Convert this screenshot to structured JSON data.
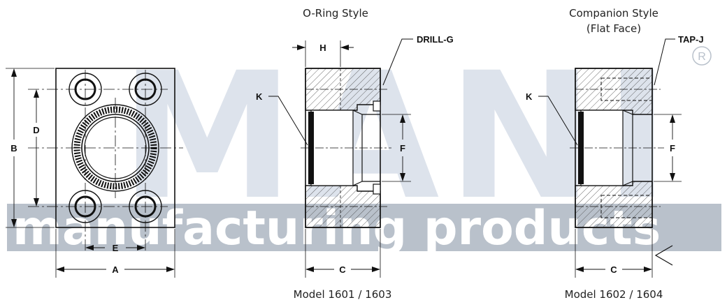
{
  "watermark": {
    "letters": [
      "M",
      "A",
      "N",
      "I"
    ],
    "tagline": "manufacturing products",
    "registered_mark": "R",
    "color": "#dde3ec",
    "tagline_color": "#b9c1cb"
  },
  "titles": {
    "oring": "O-Ring Style",
    "companion_line1": "Companion Style",
    "companion_line2": "(Flat Face)"
  },
  "models": {
    "oring": "Model 1601 / 1603",
    "companion": "Model 1602 / 1604"
  },
  "front_view": {
    "dim_a": "A",
    "dim_b": "B",
    "dim_d": "D",
    "dim_e": "E"
  },
  "oring_view": {
    "dim_h": "H",
    "dim_c": "C",
    "dim_f": "F",
    "callout_k": "K",
    "callout_drill": "DRILL-G"
  },
  "companion_view": {
    "dim_c": "C",
    "dim_f": "F",
    "callout_k": "K",
    "callout_tap": "TAP-J"
  }
}
